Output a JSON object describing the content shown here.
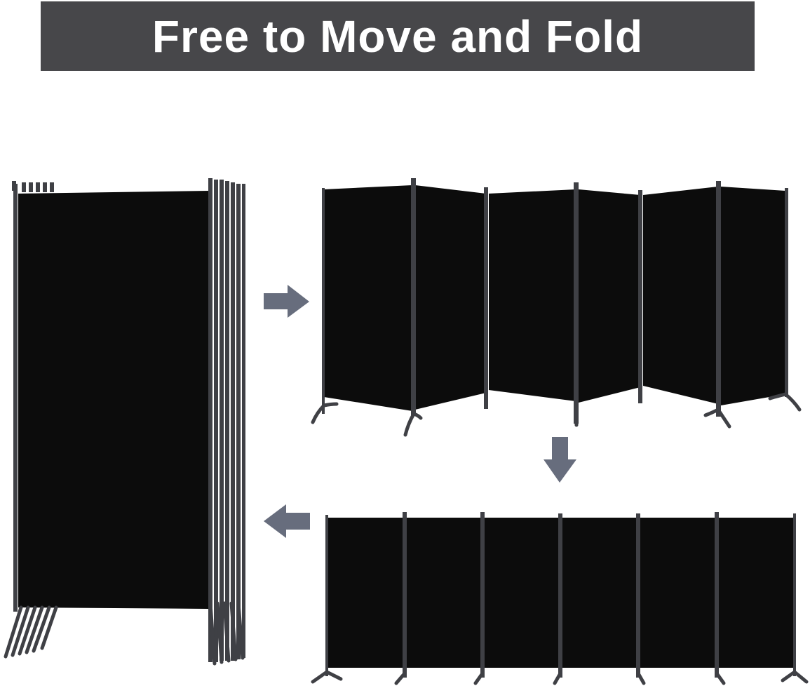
{
  "banner": {
    "title": "Free to Move and Fold"
  },
  "colors": {
    "banner_bg": "#47474a",
    "banner_text": "#ffffff",
    "panel_fabric": "#0c0c0c",
    "frame_pole": "#3f4045",
    "arrow": "#676d7d",
    "background": "#ffffff"
  },
  "illustrations": [
    {
      "name": "folded-divider",
      "state": "folded",
      "panels": 6
    },
    {
      "name": "zigzag-divider",
      "state": "zigzag",
      "panels": 6
    },
    {
      "name": "flat-divider",
      "state": "flat",
      "panels": 6
    }
  ],
  "arrows": [
    {
      "name": "arrow-right-icon",
      "direction": "right"
    },
    {
      "name": "arrow-down-icon",
      "direction": "down"
    },
    {
      "name": "arrow-left-icon",
      "direction": "left"
    }
  ]
}
